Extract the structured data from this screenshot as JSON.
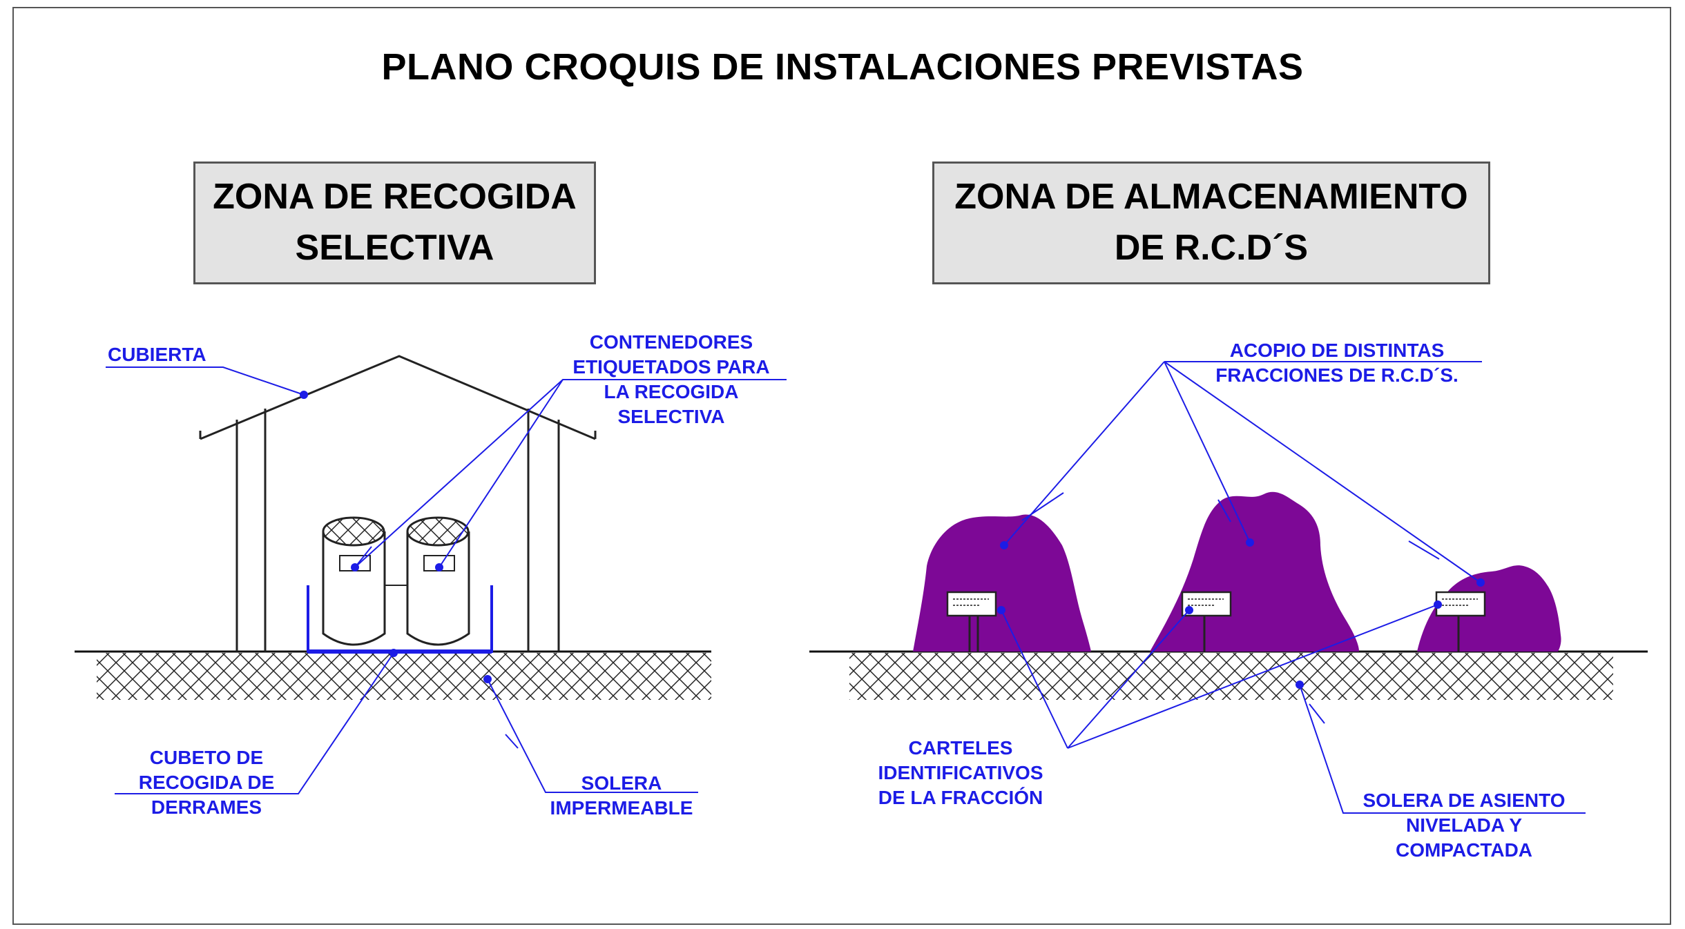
{
  "title": "PLANO CROQUIS DE INSTALACIONES PREVISTAS",
  "zones": {
    "left": {
      "line1": "ZONA DE RECOGIDA",
      "line2": "SELECTIVA"
    },
    "right": {
      "line1": "ZONA DE ALMACENAMIENTO",
      "line2": "DE  R.C.D´S"
    }
  },
  "labels": {
    "cubierta": "CUBIERTA",
    "contenedores": [
      "CONTENEDORES",
      "ETIQUETADOS PARA",
      "LA RECOGIDA",
      "SELECTIVA"
    ],
    "cubeto": [
      "CUBETO DE",
      "RECOGIDA DE",
      "DERRAMES"
    ],
    "solera_impermeable": [
      "SOLERA",
      "IMPERMEABLE"
    ],
    "acopio": [
      "ACOPIO DE DISTINTAS",
      "FRACCIONES DE R.C.D´S."
    ],
    "carteles": [
      "CARTELES",
      "IDENTIFICATIVOS",
      "DE LA FRACCIÓN"
    ],
    "solera_asiento": [
      "SOLERA DE ASIENTO",
      "NIVELADA Y",
      "COMPACTADA"
    ]
  },
  "colors": {
    "label_blue": "#1c1ce6",
    "pile_purple": "#7d0896",
    "title_box_gray": "#e3e3e3"
  }
}
